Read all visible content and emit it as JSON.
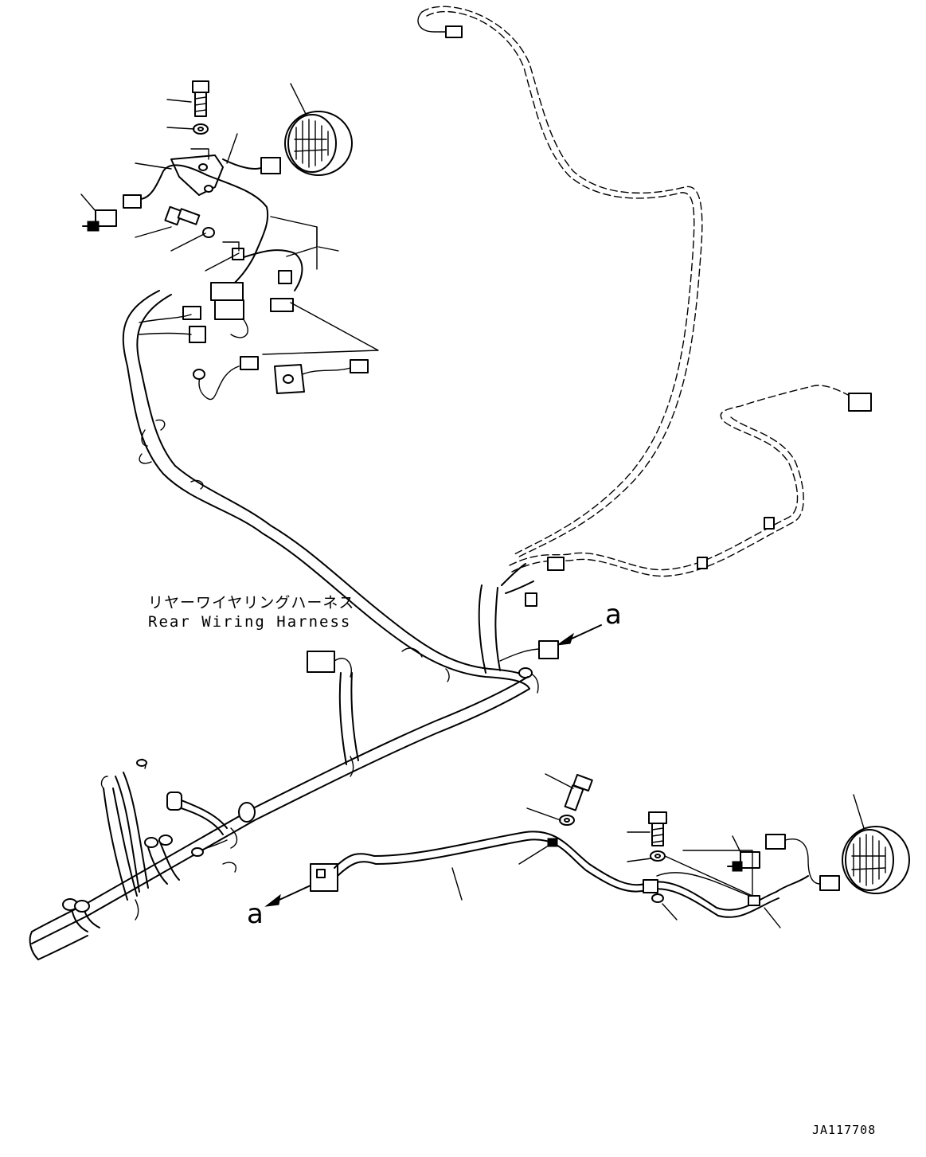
{
  "labels": {
    "harness_jp": "リヤーワイヤリングハーネス",
    "harness_en": "Rear Wiring Harness",
    "ref_a_top": "a",
    "ref_a_bottom": "a",
    "drawing_id": "JA117708"
  },
  "icons": [
    "lamp-icon",
    "bolt-icon",
    "washer-icon",
    "connector-icon",
    "switch-icon",
    "ring-terminal-icon",
    "clamp-icon",
    "arrow-icon"
  ]
}
